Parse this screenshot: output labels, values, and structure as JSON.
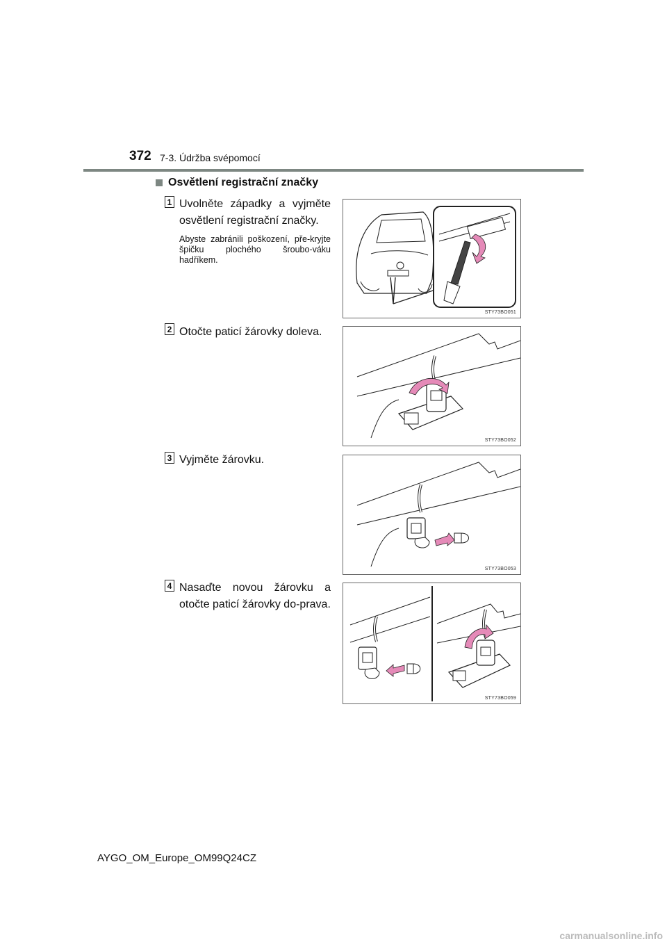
{
  "header": {
    "page_number": "372",
    "chapter": "7-3. Údržba svépomocí"
  },
  "section": {
    "heading": "Osvětlení registrační značky"
  },
  "steps": [
    {
      "number": "1",
      "text": "Uvolněte západky a vyjměte osvětlení registrační značky.",
      "note": "Abyste zabránili poškození, pře-kryjte špičku plochého šroubo-váku hadříkem.",
      "figure_code": "STY73BO051"
    },
    {
      "number": "2",
      "text": "Otočte paticí žárovky doleva.",
      "figure_code": "STY73BO052"
    },
    {
      "number": "3",
      "text": "Vyjměte žárovku.",
      "figure_code": "STY73BO053"
    },
    {
      "number": "4",
      "text": "Nasaďte novou žárovku a otočte paticí žárovky do-prava.",
      "figure_code": "STY73BO059"
    }
  ],
  "footer": {
    "document_code": "AYGO_OM_Europe_OM99Q24CZ"
  },
  "watermark": "carmanualsonline.info",
  "colors": {
    "rule": "#7d8782",
    "arrow_pink": "#e58ab8",
    "line": "#222222"
  }
}
